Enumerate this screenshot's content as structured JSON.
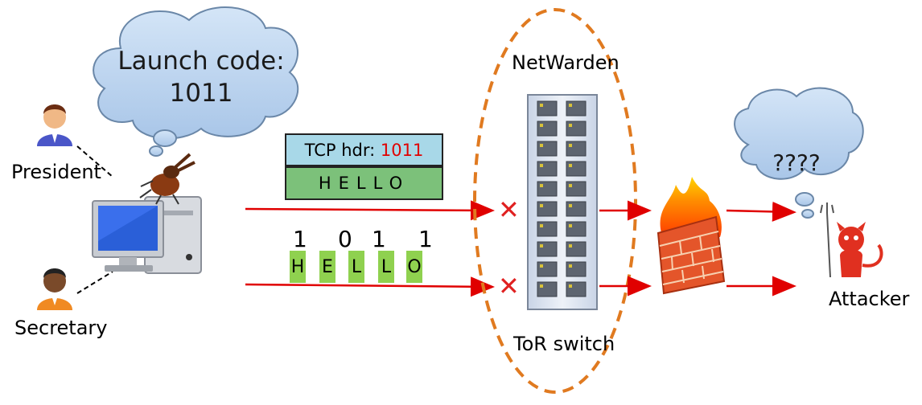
{
  "president_cloud": {
    "line1": "Launch code:",
    "line2": "1011"
  },
  "attacker_cloud": {
    "text": "????"
  },
  "labels": {
    "president": "President",
    "secretary": "Secretary",
    "netwarden": "NetWarden",
    "tor_switch": "ToR switch",
    "attacker": "Attacker"
  },
  "packet": {
    "header_prefix": "TCP hdr: ",
    "header_value": "1011",
    "payload": "HELLO"
  },
  "covert_bits": [
    "1",
    "0",
    "1",
    "1"
  ],
  "covert_chunks": [
    "H",
    "E",
    "L",
    "L",
    "O"
  ],
  "blocked_marks": [
    "✕",
    "✕"
  ],
  "colors": {
    "arrow": "#e00000",
    "netwarden_border": "#e07a20",
    "header_fill": "#a8d8e8",
    "payload_fill": "#7cc17a",
    "chunk_fill": "#8fd14f",
    "cloud_fill": "#b9d3ee"
  }
}
